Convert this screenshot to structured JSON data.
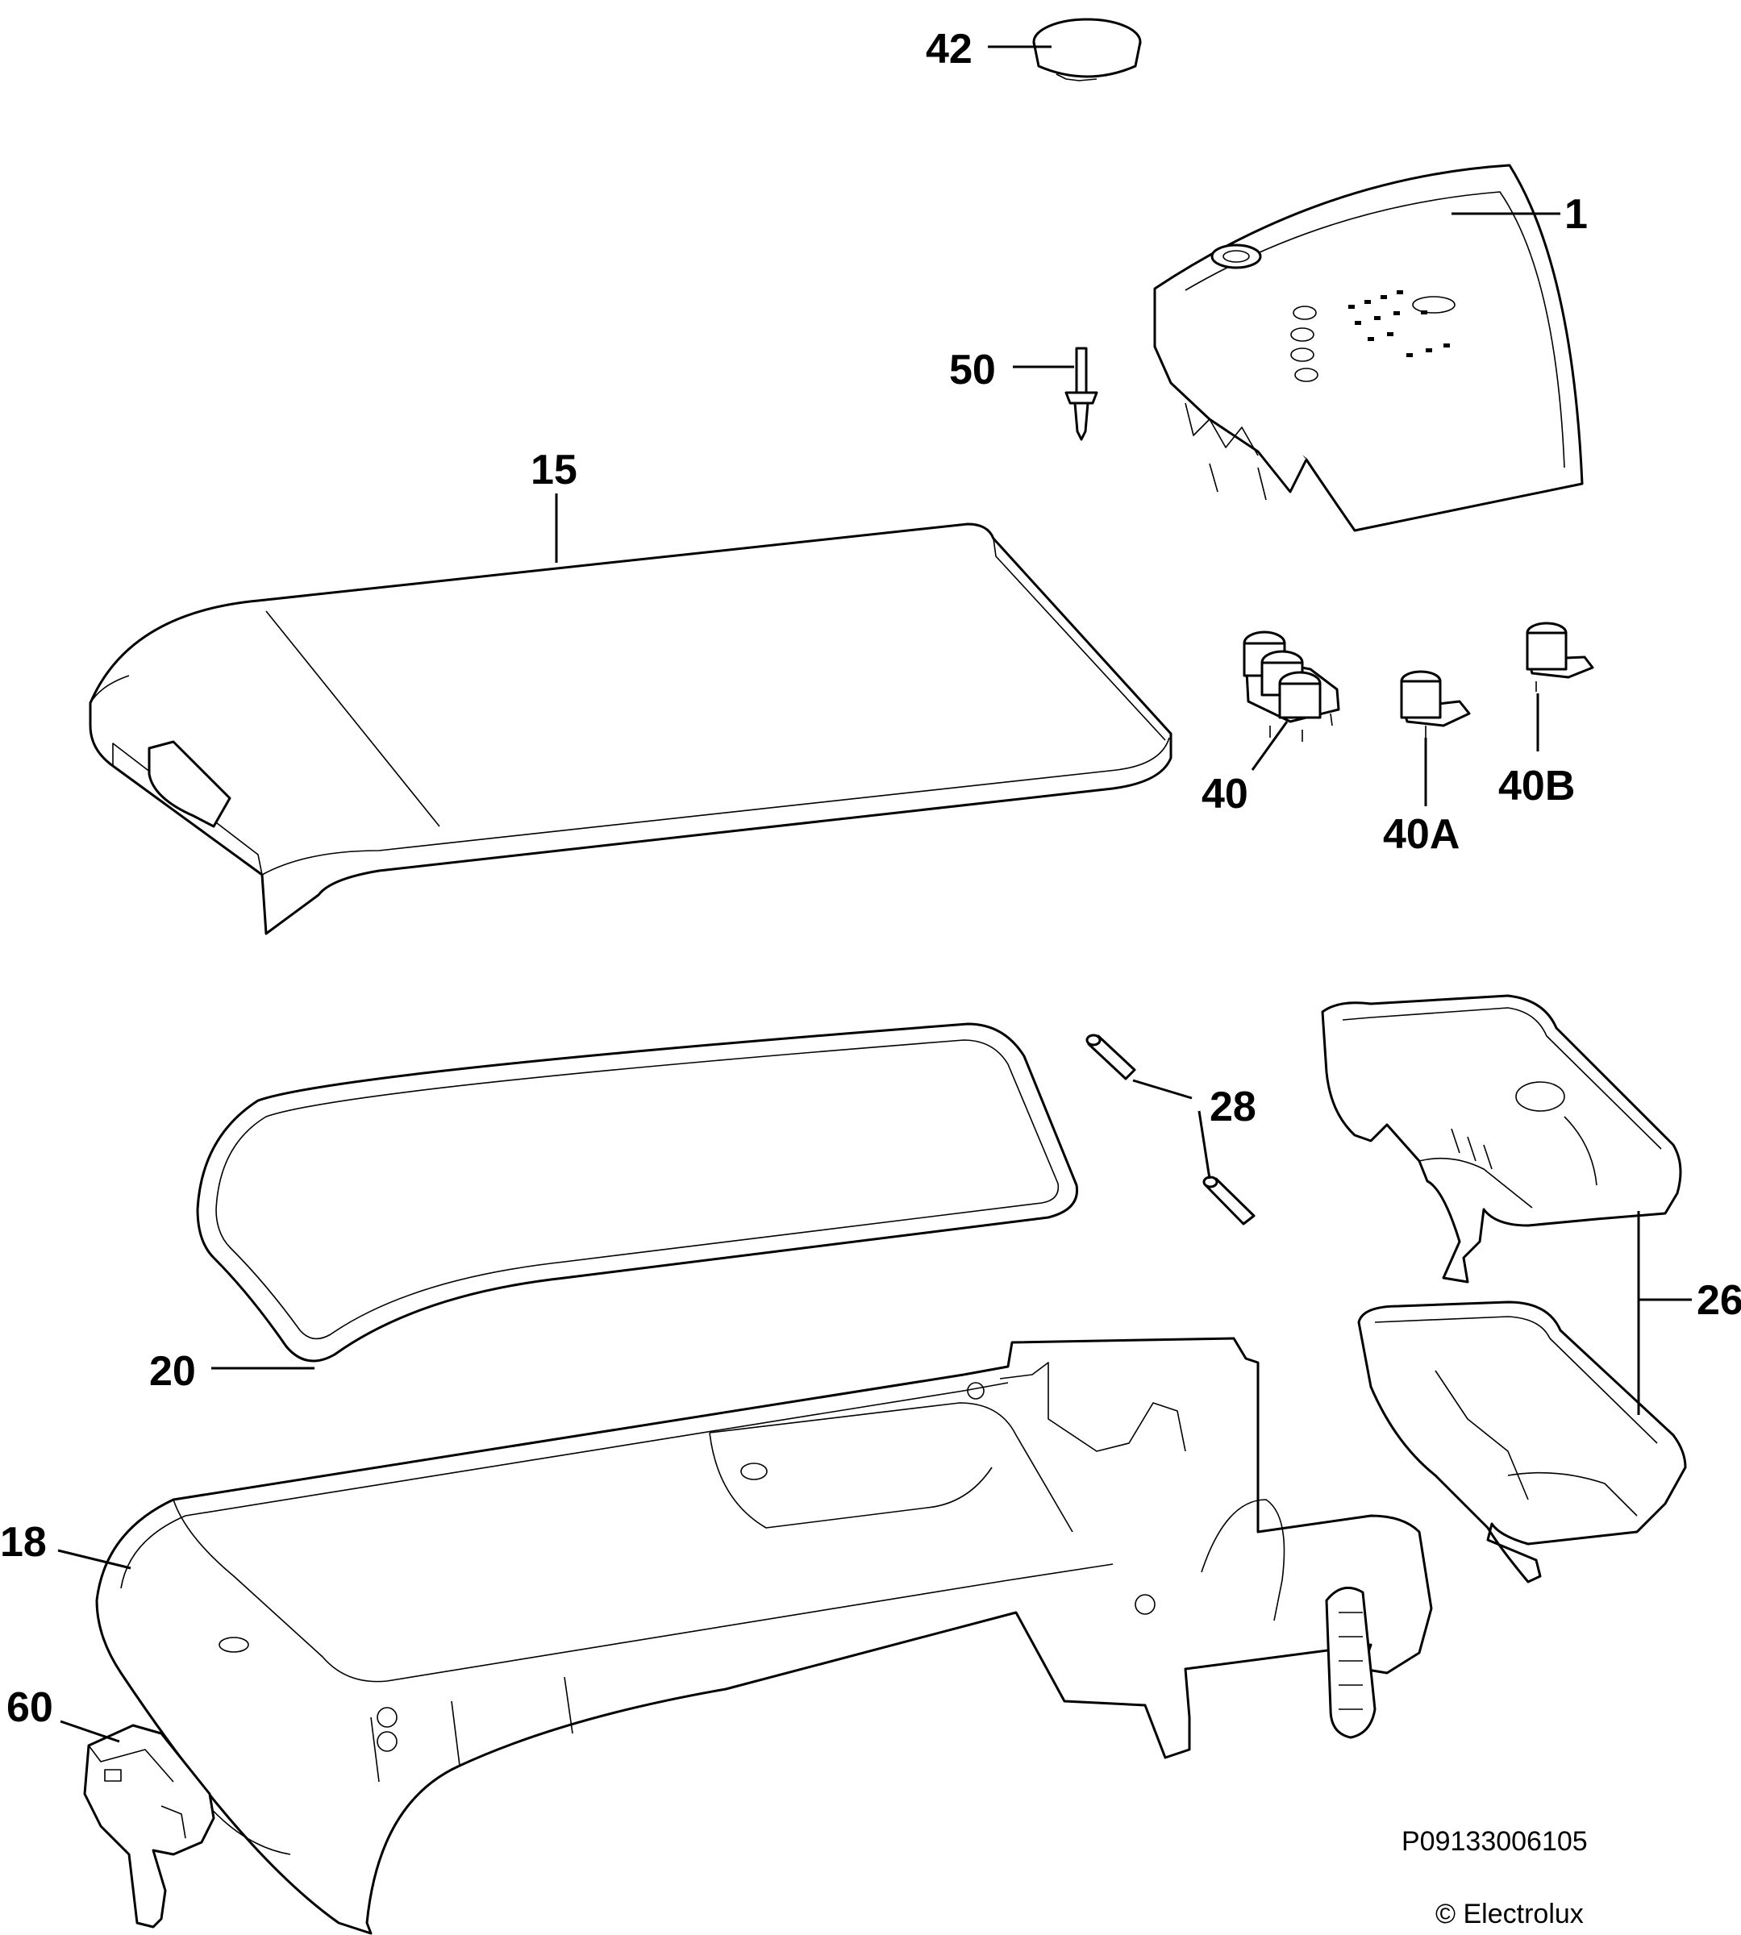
{
  "labels": {
    "p42": "42",
    "p1": "1",
    "p50": "50",
    "p15": "15",
    "p40": "40",
    "p40a": "40A",
    "p40b": "40B",
    "p28": "28",
    "p26": "26",
    "p20": "20",
    "p18": "18",
    "p60": "60"
  },
  "footer": {
    "drawing_number": "P09133006105",
    "copyright": "© Electrolux"
  }
}
